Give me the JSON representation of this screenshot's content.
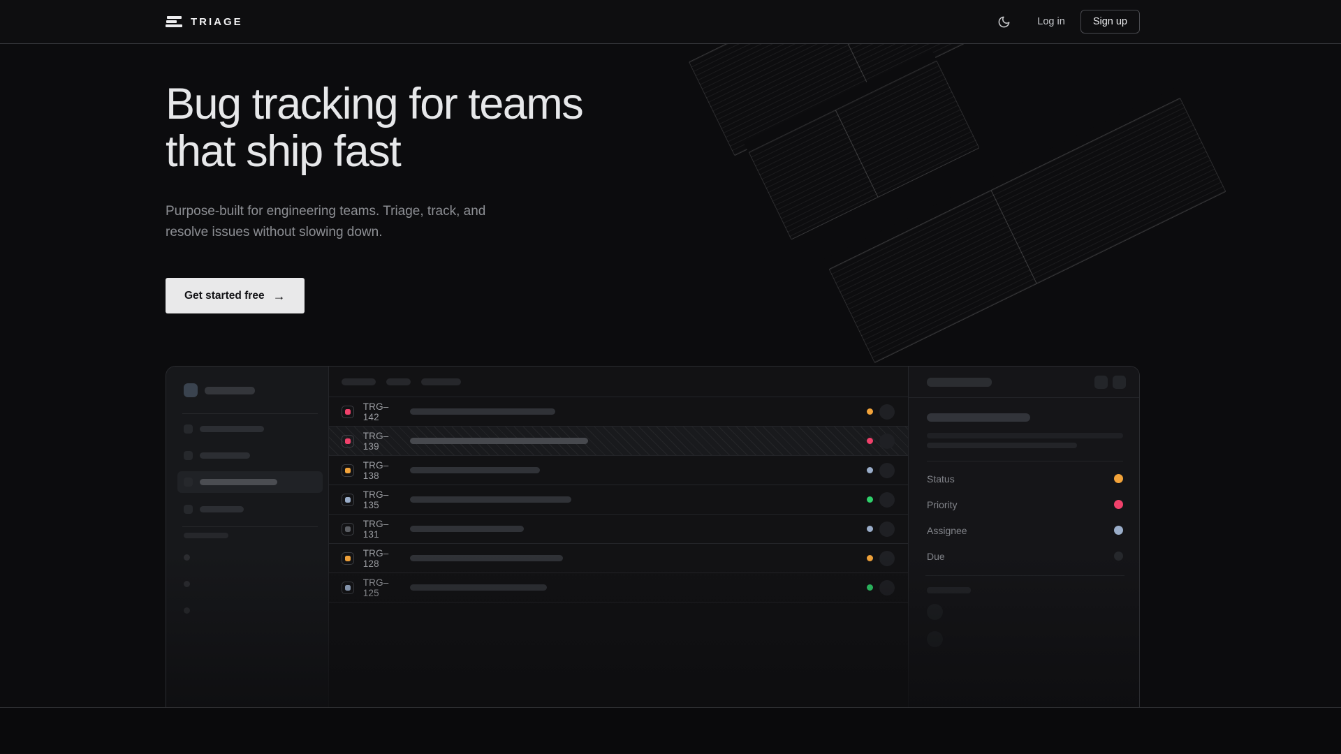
{
  "nav": {
    "brand": "TRIAGE",
    "login_label": "Log in",
    "signup_label": "Sign up",
    "theme_icon": "moon-icon"
  },
  "hero": {
    "title_line1": "Bug tracking for teams",
    "title_line2": "that ship fast",
    "subtitle_line1": "Purpose-built for engineering teams. Triage, track, and",
    "subtitle_line2": "resolve issues without slowing down.",
    "cta_label": "Get started free",
    "cta_arrow": "→"
  },
  "colors": {
    "amber": "#f2a33a",
    "pink": "#f0416b",
    "blue": "#9aadc9",
    "green": "#2fd06a",
    "gray": "#5a5d63",
    "dark": "#26282c"
  },
  "mockup": {
    "issues": [
      {
        "id": "TRG–142",
        "icon_color": "pink",
        "title_width": 208,
        "status_color": "amber",
        "selected": false
      },
      {
        "id": "TRG–139",
        "icon_color": "pink",
        "title_width": 255,
        "status_color": "pink",
        "selected": true
      },
      {
        "id": "TRG–138",
        "icon_color": "amber",
        "title_width": 186,
        "status_color": "blue",
        "selected": false
      },
      {
        "id": "TRG–135",
        "icon_color": "blue",
        "title_width": 231,
        "status_color": "green",
        "selected": false
      },
      {
        "id": "TRG–131",
        "icon_color": "gray",
        "title_width": 163,
        "status_color": "blue",
        "selected": false
      },
      {
        "id": "TRG–128",
        "icon_color": "amber",
        "title_width": 219,
        "status_color": "amber",
        "selected": false
      },
      {
        "id": "TRG–125",
        "icon_color": "blue",
        "title_width": 196,
        "status_color": "green",
        "selected": false
      }
    ],
    "detail": {
      "properties": [
        {
          "label": "Status",
          "value_color": "amber"
        },
        {
          "label": "Priority",
          "value_color": "pink"
        },
        {
          "label": "Assignee",
          "value_color": "blue"
        },
        {
          "label": "Due",
          "value_color": "dark"
        }
      ]
    }
  }
}
